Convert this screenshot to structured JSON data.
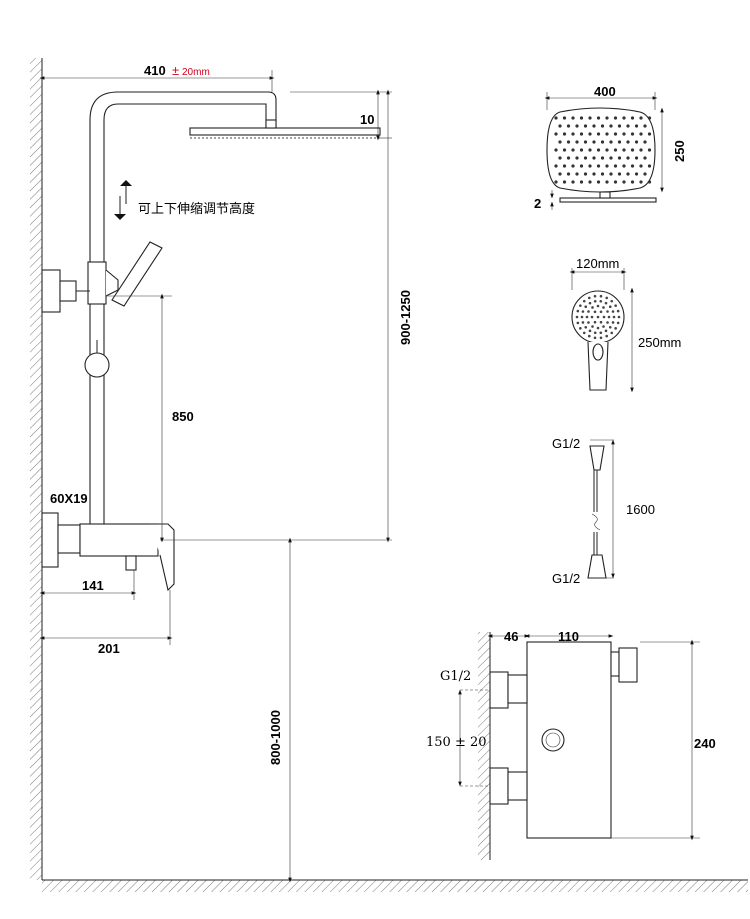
{
  "main_fixture": {
    "arm_reach": "410",
    "arm_tolerance": "±",
    "arm_tolerance_value": "20mm",
    "head_drop": "10",
    "adjust_note": "可上下伸缩调节高度",
    "height_range": "900-1250",
    "slide_height": "850",
    "bracket_size": "60X19",
    "valve_depth": "141",
    "lever_depth": "201",
    "floor_height": "800-1000"
  },
  "shower_head": {
    "width": "400",
    "depth": "250",
    "thickness": "2"
  },
  "hand_shower": {
    "diameter": "120mm",
    "length": "250mm"
  },
  "hose": {
    "top_thread": "G1/2",
    "length": "1600",
    "bottom_thread": "G1/2"
  },
  "valve_detail": {
    "wall_offset": "46",
    "body_width": "110",
    "inlet_thread": "G1/2",
    "inlet_spacing": "150 ± 20",
    "body_height": "240"
  },
  "colors": {
    "line": "#222222",
    "accent_red": "#d4001c",
    "background": "#ffffff"
  }
}
